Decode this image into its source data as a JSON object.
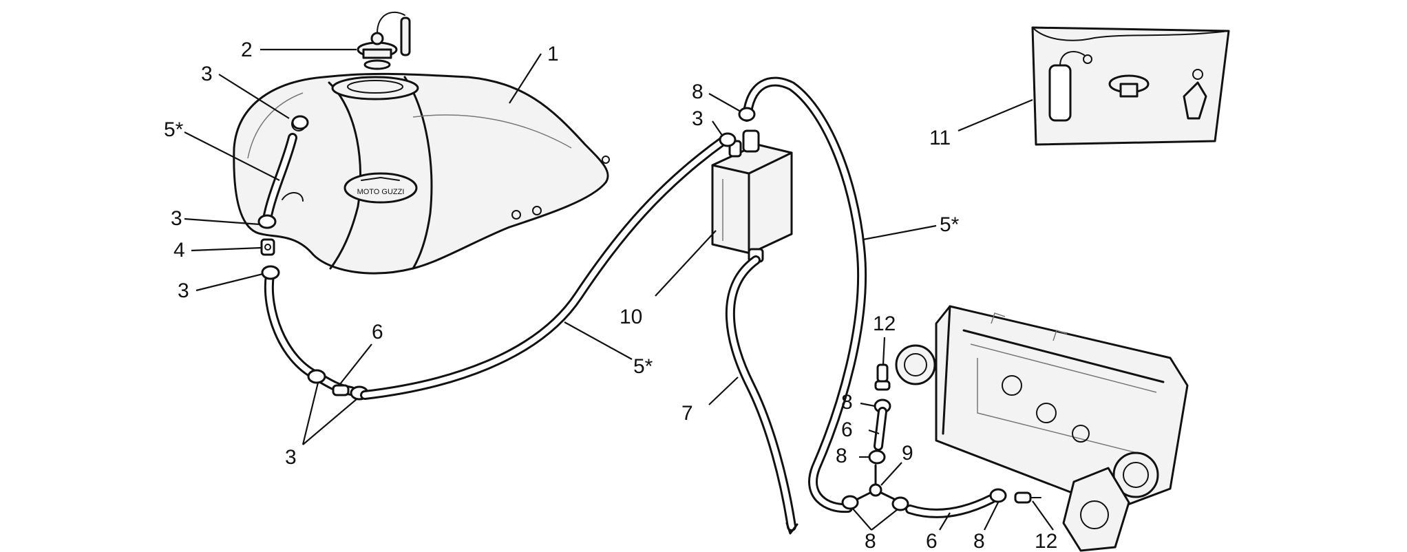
{
  "callouts": {
    "tank": "1",
    "filler_cap": "2",
    "clamp_top": "3",
    "clamp_left_upper": "3",
    "clamp_left_lower": "3",
    "clamp_bottom": "3",
    "clamp_canister": "3",
    "hose_left": "5*",
    "hose_middle": "5*",
    "hose_right": "5*",
    "valve": "4",
    "connector_left": "6",
    "connector_right": "6",
    "connector_bottom": "6",
    "vent_hose": "7",
    "clip_top": "8",
    "clip_right_a": "8",
    "clip_right_b": "8",
    "clip_bottom": "8",
    "clip_bottom_right": "8",
    "tee_fitting": "9",
    "canister": "10",
    "lock_kit": "11",
    "nipple_top": "12",
    "nipple_bottom": "12"
  },
  "tank_badge": "MOTO GUZZI"
}
